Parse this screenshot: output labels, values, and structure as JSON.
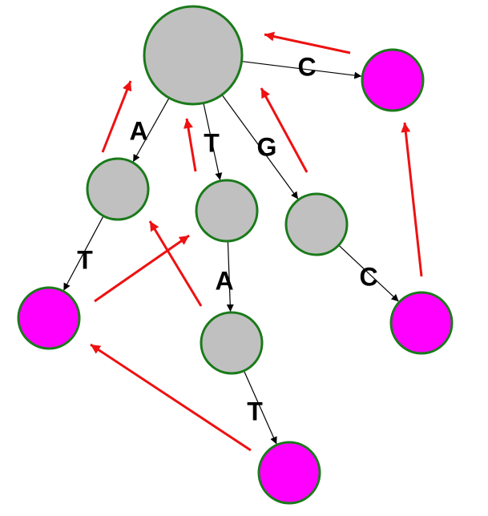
{
  "diagram": {
    "colors": {
      "internal_fill": "#c0c0c0",
      "leaf_fill": "#ff00ff",
      "node_stroke": "#1a7a1a",
      "edge": "#000000",
      "link": "#ee1111"
    },
    "nodes": [
      {
        "id": "root",
        "kind": "internal"
      },
      {
        "id": "n-a",
        "kind": "internal"
      },
      {
        "id": "n-t",
        "kind": "internal"
      },
      {
        "id": "n-g",
        "kind": "internal"
      },
      {
        "id": "n-ta",
        "kind": "internal"
      },
      {
        "id": "leaf-c",
        "kind": "leaf"
      },
      {
        "id": "leaf-at",
        "kind": "leaf"
      },
      {
        "id": "leaf-gc",
        "kind": "leaf"
      },
      {
        "id": "leaf-tat",
        "kind": "leaf"
      }
    ],
    "edges": [
      {
        "from": "root",
        "to": "n-a",
        "label": "A"
      },
      {
        "from": "root",
        "to": "n-t",
        "label": "T"
      },
      {
        "from": "root",
        "to": "n-g",
        "label": "G"
      },
      {
        "from": "root",
        "to": "leaf-c",
        "label": "C"
      },
      {
        "from": "n-a",
        "to": "leaf-at",
        "label": "T"
      },
      {
        "from": "n-t",
        "to": "n-ta",
        "label": "A"
      },
      {
        "from": "n-g",
        "to": "leaf-gc",
        "label": "C"
      },
      {
        "from": "n-ta",
        "to": "leaf-tat",
        "label": "T"
      }
    ],
    "suffix_links": [
      {
        "from": "leaf-c",
        "to": "root"
      },
      {
        "from": "n-a",
        "to": "root"
      },
      {
        "from": "n-t",
        "to": "root"
      },
      {
        "from": "n-g",
        "to": "root"
      },
      {
        "from": "leaf-gc",
        "to": "leaf-c"
      },
      {
        "from": "leaf-at",
        "to": "n-t"
      },
      {
        "from": "n-ta",
        "to": "n-a"
      },
      {
        "from": "leaf-tat",
        "to": "leaf-at"
      }
    ]
  }
}
